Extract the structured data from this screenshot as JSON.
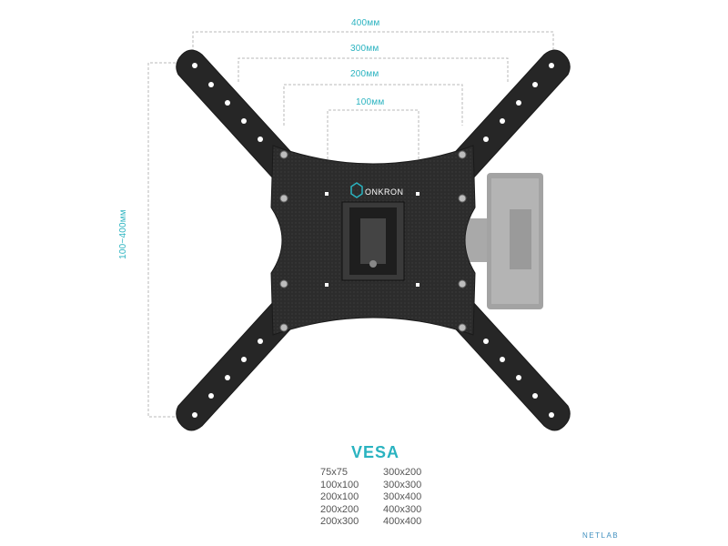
{
  "dimensions": {
    "width_400": "400мм",
    "width_300": "300мм",
    "width_200": "200мм",
    "width_100": "100мм",
    "height_range": "100~400мм"
  },
  "brand": "ONKRON",
  "vesa": {
    "title": "VESA",
    "column_1": [
      "75x75",
      "100x100",
      "200x100",
      "200x200",
      "200x300"
    ],
    "column_2": [
      "300x200",
      "300x300",
      "300x400",
      "400x300",
      "400x400"
    ]
  },
  "watermark": "NETLAB",
  "colors": {
    "accent": "#2ab3c0",
    "bracket": "#2b2b2b",
    "arm": "#a3a3a3"
  }
}
